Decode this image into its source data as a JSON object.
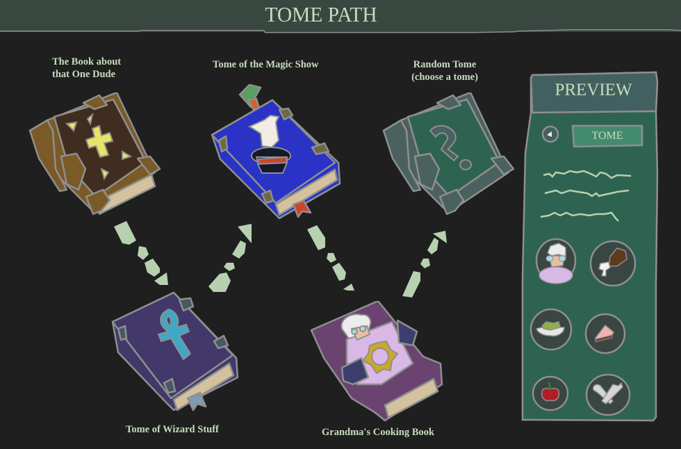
{
  "header": {
    "title": "TOME PATH"
  },
  "books": [
    {
      "id": "one-dude",
      "label_line1": "The Book about",
      "label_line2": "that One Dude",
      "cover_color": "#412d1f",
      "frame_color": "#7a5a26",
      "emblem": "cross-icon"
    },
    {
      "id": "magic-show",
      "label": "Tome of the Magic Show",
      "cover_color": "#2a33c6",
      "emblem": "rabbit-in-hat-icon"
    },
    {
      "id": "random",
      "label_line1": "Random Tome",
      "label_line2": "(choose a tome)",
      "cover_color": "#2f6351",
      "frame_color": "#4a615f",
      "emblem": "question-mark-icon"
    },
    {
      "id": "wizard",
      "label": "Tome of Wizard Stuff",
      "cover_color": "#42386a",
      "emblem": "ankh-icon"
    },
    {
      "id": "cooking",
      "label": "Grandma's Cooking Book",
      "cover_color": "#6a4371",
      "emblem": "grandma-icon"
    }
  ],
  "paths": [
    {
      "from": "one-dude",
      "to": "wizard"
    },
    {
      "from": "wizard",
      "to": "magic-show"
    },
    {
      "from": "magic-show",
      "to": "cooking"
    },
    {
      "from": "cooking",
      "to": "random"
    }
  ],
  "preview": {
    "title": "PREVIEW",
    "tab_label": "TOME",
    "back_icon": "back-arrow-icon",
    "text_lines": 3,
    "icons": [
      "grandma-icon",
      "drumstick-icon",
      "salad-bowl-icon",
      "cake-slice-icon",
      "apple-icon",
      "crossed-utensils-icon"
    ]
  },
  "colors": {
    "background": "#1f1f1f",
    "header": "#384740",
    "text": "#c7dcbd",
    "panel_green": "#2f6351",
    "panel_header": "#42605f",
    "outline": "#8f8f8f",
    "arrow": "#b7d1b0"
  }
}
